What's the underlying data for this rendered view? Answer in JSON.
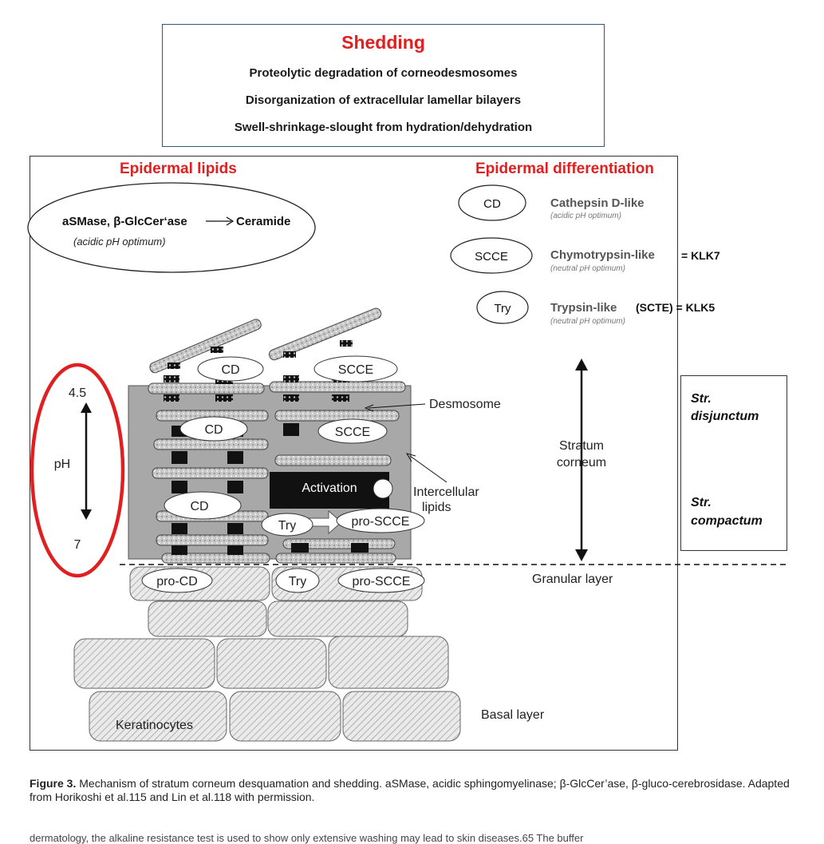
{
  "shedding": {
    "title": "Shedding",
    "line1": "Proteolytic degradation of corneodesmosomes",
    "line2": "Disorganization of extracellular lamellar bilayers",
    "line3": "Swell-shrinkage-slought from hydration/dehydration"
  },
  "lipids": {
    "heading": "Epidermal lipids",
    "reaction": "aSMase, β-GlcCer‘ase",
    "product": "Ceramide",
    "note": "(acidic pH optimum)"
  },
  "differentiation": {
    "heading": "Epidermal differentiation",
    "enzymes": [
      {
        "abbr": "CD",
        "name": "Cathepsin D-like",
        "note": "(acidic pH optimum)",
        "extra": ""
      },
      {
        "abbr": "SCCE",
        "name": "Chymotrypsin-like",
        "note": "(neutral pH optimum)",
        "extra": "= KLK7"
      },
      {
        "abbr": "Try",
        "name": "Trypsin-like",
        "note": "(neutral  pH optimum)",
        "extra": "(SCTE)  = KLK5"
      }
    ]
  },
  "ph": {
    "label": "pH",
    "top": "4.5",
    "bottom": "7"
  },
  "diagram": {
    "cd": "CD",
    "scce": "SCCE",
    "try": "Try",
    "activation": "Activation",
    "pro_scce": "pro-SCCE",
    "pro_cd": "pro-CD",
    "desmosome": "Desmosome",
    "intercellular_1": "Intercellular",
    "intercellular_2": "lipids",
    "stratum_1": "Stratum",
    "stratum_2": "corneum",
    "granular": "Granular layer",
    "basal": "Basal layer",
    "keratinocytes": "Keratinocytes"
  },
  "side": {
    "l1": "Str.",
    "l2": "disjunctum",
    "l3": "Str.",
    "l4": "compactum"
  },
  "caption": {
    "label": "Figure 3.",
    "text": " Mechanism of stratum corneum desquamation and shedding. aSMase, acidic sphingomyelinase; β-GlcCer’ase, β-gluco-cerebrosidase. Adapted from Horikoshi et al.115 and Lin et al.118 with permission."
  },
  "body_text": "dermatology, the alkaline resistance test is used to show        only extensive washing may lead to skin diseases.65 The buffer"
}
